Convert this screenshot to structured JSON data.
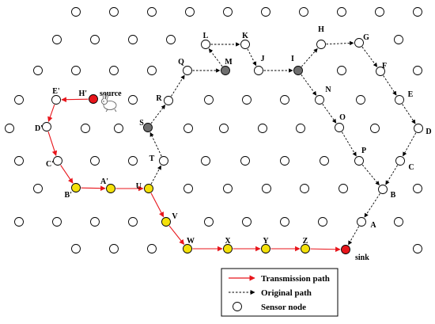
{
  "diagram": {
    "nodes": [
      {
        "id": "H'",
        "label": "H'",
        "color": "#e8151b"
      },
      {
        "id": "E'",
        "label": "E'",
        "color": "#ffffff"
      },
      {
        "id": "D'",
        "label": "D'",
        "color": "#ffffff"
      },
      {
        "id": "C'",
        "label": "C'",
        "color": "#ffffff"
      },
      {
        "id": "B'",
        "label": "B'",
        "color": "#f4e10a"
      },
      {
        "id": "A'",
        "label": "A'",
        "color": "#f4e10a"
      },
      {
        "id": "U",
        "label": "U",
        "color": "#f4e10a"
      },
      {
        "id": "V",
        "label": "V",
        "color": "#f4e10a"
      },
      {
        "id": "W",
        "label": "W",
        "color": "#f4e10a"
      },
      {
        "id": "X",
        "label": "X",
        "color": "#f4e10a"
      },
      {
        "id": "Y",
        "label": "Y",
        "color": "#f4e10a"
      },
      {
        "id": "Z",
        "label": "Z",
        "color": "#f4e10a"
      },
      {
        "id": "sink",
        "label": "sink",
        "color": "#e8151b"
      },
      {
        "id": "T",
        "label": "T",
        "color": "#ffffff"
      },
      {
        "id": "S",
        "label": "S",
        "color": "#6e6e6e"
      },
      {
        "id": "R",
        "label": "R",
        "color": "#ffffff"
      },
      {
        "id": "Q",
        "label": "Q",
        "color": "#ffffff"
      },
      {
        "id": "M",
        "label": "M",
        "color": "#6e6e6e"
      },
      {
        "id": "L",
        "label": "L",
        "color": "#ffffff"
      },
      {
        "id": "K",
        "label": "K",
        "color": "#ffffff"
      },
      {
        "id": "J",
        "label": "J",
        "color": "#ffffff"
      },
      {
        "id": "I",
        "label": "I",
        "color": "#6e6e6e"
      },
      {
        "id": "H",
        "label": "H",
        "color": "#ffffff"
      },
      {
        "id": "G",
        "label": "G",
        "color": "#ffffff"
      },
      {
        "id": "F",
        "label": "F",
        "color": "#ffffff"
      },
      {
        "id": "E",
        "label": "E",
        "color": "#ffffff"
      },
      {
        "id": "D",
        "label": "D",
        "color": "#ffffff"
      },
      {
        "id": "C",
        "label": "C",
        "color": "#ffffff"
      },
      {
        "id": "B",
        "label": "B",
        "color": "#ffffff"
      },
      {
        "id": "A",
        "label": "A",
        "color": "#ffffff"
      },
      {
        "id": "N",
        "label": "N",
        "color": "#ffffff"
      },
      {
        "id": "O",
        "label": "O",
        "color": "#ffffff"
      },
      {
        "id": "P",
        "label": "P",
        "color": "#ffffff"
      }
    ],
    "source_label": "source",
    "source_icon": "rabbit-icon",
    "transmission_path": [
      "H'",
      "E'",
      "D'",
      "C'",
      "B'",
      "A'",
      "U",
      "V",
      "W",
      "X",
      "Y",
      "Z",
      "sink"
    ],
    "original_path": [
      "U",
      "T",
      "S",
      "R",
      "Q",
      "M",
      "L",
      "K",
      "J",
      "I",
      "H",
      "G",
      "F",
      "E",
      "D",
      "C",
      "B",
      "A",
      "sink"
    ],
    "original_path_branch": [
      "I",
      "N",
      "O",
      "P",
      "B"
    ],
    "colors": {
      "transmission": "#e8151b",
      "original": "#000000",
      "sensor_stroke": "#000000",
      "sensor_fill": "#ffffff",
      "yellow": "#f4e10a",
      "red": "#e8151b",
      "gray": "#6e6e6e"
    }
  },
  "legend": {
    "items": [
      {
        "label": "Transmission path",
        "kind": "transmission"
      },
      {
        "label": "Original path",
        "kind": "original"
      },
      {
        "label": "Sensor node",
        "kind": "sensor"
      }
    ]
  }
}
